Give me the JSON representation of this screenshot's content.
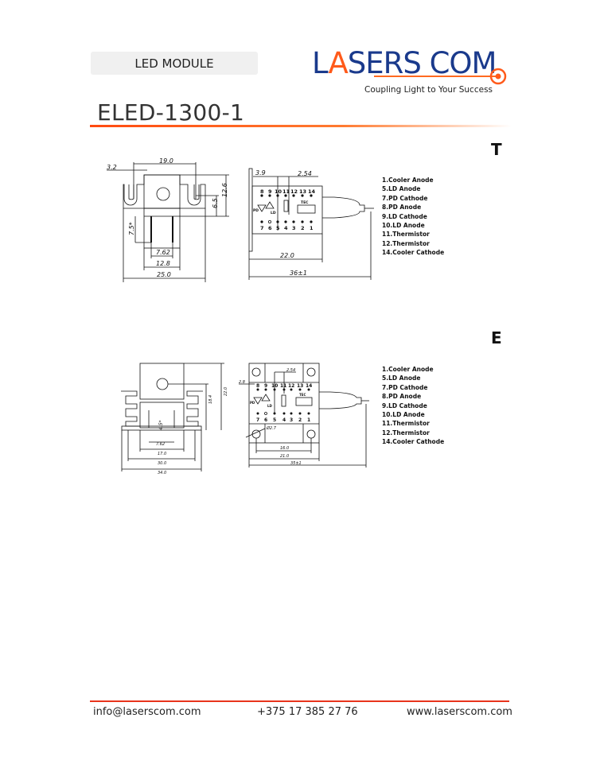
{
  "header": {
    "category_label": "LED MODULE",
    "logo_text": "LASERSCOM",
    "logo_tagline": "Coupling Light to Your Success",
    "product_title": "ELED-1300-1"
  },
  "variant_t": {
    "label": "T",
    "front_dims": {
      "d1": "3.2",
      "d2": "19.0",
      "d3": "12.6",
      "d4": "6.5",
      "d5": "7.5*",
      "d6": "7.62",
      "d7": "12.8",
      "d8": "25.0"
    },
    "side_dims": {
      "d1": "3.9",
      "d2": "2.54",
      "d3": "22.0",
      "d4": "36±1",
      "pd": "PD",
      "ld": "LD",
      "tec": "TEC"
    },
    "pin_numbers_top": [
      "8",
      "9",
      "10",
      "11",
      "12",
      "13",
      "14"
    ],
    "pin_numbers_bottom": [
      "7",
      "6",
      "5",
      "4",
      "3",
      "2",
      "1"
    ],
    "pins": [
      "1.Cooler Anode",
      "5.LD Anode",
      "7.PD Cathode",
      "8.PD Anode",
      "9.LD Cathode",
      "10.LD Anode",
      "11.Thermistor",
      "12.Thermistor",
      "14.Cooler Cathode"
    ]
  },
  "variant_e": {
    "label": "E",
    "front_dims": {
      "d1": "4.5*",
      "d2": "7.62",
      "d3": "17.0",
      "d4": "30.0",
      "d5": "34.0",
      "d6": "18.4",
      "d7": "22.0"
    },
    "side_dims": {
      "d1": "2.8",
      "d2": "2.54",
      "d3": "Ø2.7",
      "d4": "16.0",
      "d5": "21.0",
      "d6": "35±1",
      "pd": "PD",
      "ld": "LD",
      "tec": "TEC"
    },
    "pin_numbers_top": [
      "8",
      "9",
      "10",
      "11",
      "12",
      "13",
      "14"
    ],
    "pin_numbers_bottom": [
      "7",
      "6",
      "5",
      "4",
      "3",
      "2",
      "1"
    ],
    "pins": [
      "1.Cooler Anode",
      "5.LD Anode",
      "7.PD Cathode",
      "8.PD Anode",
      "9.LD Cathode",
      "10.LD Anode",
      "11.Thermistor",
      "12.Thermistor",
      "14.Cooler Cathode"
    ]
  },
  "footer": {
    "email": "info@laserscom.com",
    "phone": "+375 17 385 27 76",
    "website": "www.laserscom.com"
  },
  "colors": {
    "accent": "#ff5a1a",
    "logo_blue": "#1a3a8c",
    "footer_rule": "#e8341c"
  }
}
